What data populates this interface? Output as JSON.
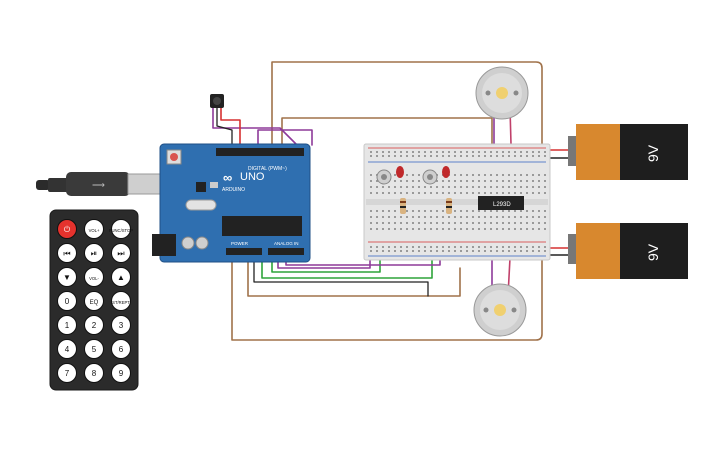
{
  "arduino": {
    "brand": "ARDUINO",
    "model": "UNO",
    "digital_label": "DIGITAL (PWM~)",
    "power_label": "POWER",
    "analog_label": "ANALOG IN"
  },
  "driver": {
    "label": "L293D"
  },
  "batteries": [
    {
      "label": "9V"
    },
    {
      "label": "9V"
    }
  ],
  "remote": {
    "rows": [
      [
        "power",
        "VOL+",
        "FUNC/STOP"
      ],
      [
        "prev",
        "play",
        "next"
      ],
      [
        "down",
        "VOL-",
        "up"
      ],
      [
        "0",
        "EQ",
        "ST/REPT"
      ],
      [
        "1",
        "2",
        "3"
      ],
      [
        "4",
        "5",
        "6"
      ],
      [
        "7",
        "8",
        "9"
      ]
    ]
  },
  "colors": {
    "arduino_board": "#2f6fb0",
    "breadboard": "#e6e6e6",
    "wire_brown": "#a0724a",
    "wire_purple": "#8e3a99",
    "wire_green": "#2ea43a",
    "wire_black": "#222222",
    "wire_red": "#d63030",
    "battery_orange": "#d8882e",
    "remote_body": "#2b2b2b",
    "power_button": "#e5322d"
  }
}
